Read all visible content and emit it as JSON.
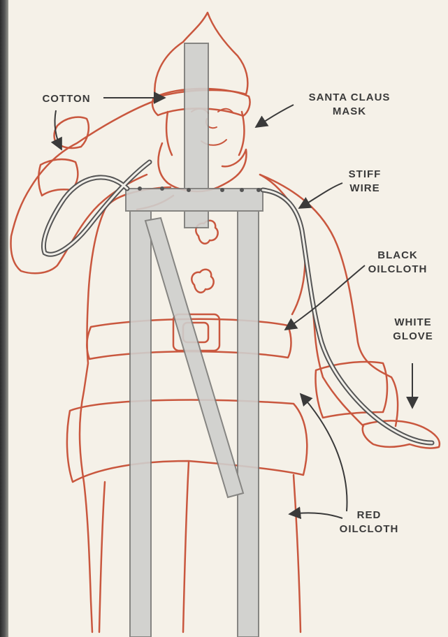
{
  "colors": {
    "outline": "#c9573e",
    "outline_fill": "#f6efe5",
    "frame_fill": "#cfcfcd",
    "frame_stroke": "#7a7a78",
    "ink": "#3a3a3a",
    "background": "#f5f1e8"
  },
  "labels": {
    "cotton": {
      "lines": [
        "COTTON"
      ]
    },
    "santa_mask": {
      "lines": [
        "SANTA CLAUS",
        "MASK"
      ]
    },
    "stiff_wire": {
      "lines": [
        "STIFF",
        "WIRE"
      ]
    },
    "black_oilcloth": {
      "lines": [
        "BLACK",
        "OILCLOTH"
      ]
    },
    "white_glove": {
      "lines": [
        "WHITE",
        "GLOVE"
      ]
    },
    "red_oilcloth": {
      "lines": [
        "RED",
        "OILCLOTH"
      ]
    }
  }
}
